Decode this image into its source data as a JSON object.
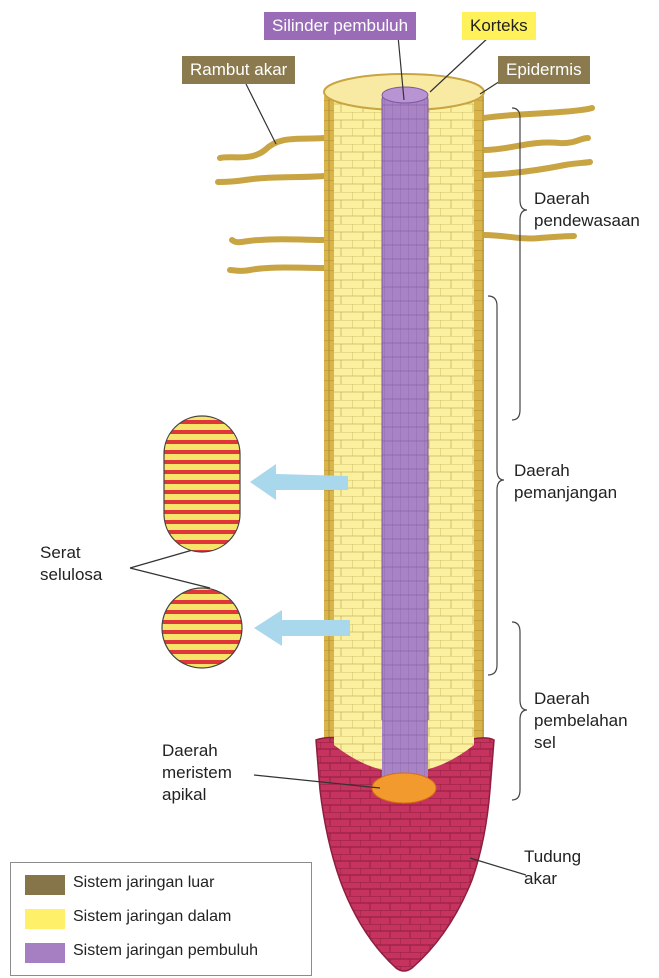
{
  "labels": {
    "silinder": "Silinder pembuluh",
    "korteks": "Korteks",
    "rambut": "Rambut akar",
    "epidermis": "Epidermis",
    "pendewasaan_1": "Daerah",
    "pendewasaan_2": "pendewasaan",
    "pemanjangan_1": "Daerah",
    "pemanjangan_2": "pemanjangan",
    "pembelahan_1": "Daerah",
    "pembelahan_2": "pembelahan",
    "pembelahan_3": "sel",
    "serat_1": "Serat",
    "serat_2": "selulosa",
    "meristem_1": "Daerah",
    "meristem_2": "meristem",
    "meristem_3": "apikal",
    "tudung_1": "Tudung",
    "tudung_2": "akar"
  },
  "legend": [
    {
      "label": "Sistem jaringan luar",
      "color": "#857548"
    },
    {
      "label": "Sistem jaringan dalam",
      "color": "#fff06a"
    },
    {
      "label": "Sistem jaringan pembuluh",
      "color": "#a67fc2"
    }
  ],
  "colors": {
    "epidermis": "#d9b44a",
    "cortex": "#fbf0a0",
    "vascular": "#a884c4",
    "root_cap": "#c7335f",
    "meristem": "#f29a2e",
    "fiber_stripe": "#e0363a",
    "arrow": "#a9d8ec"
  }
}
